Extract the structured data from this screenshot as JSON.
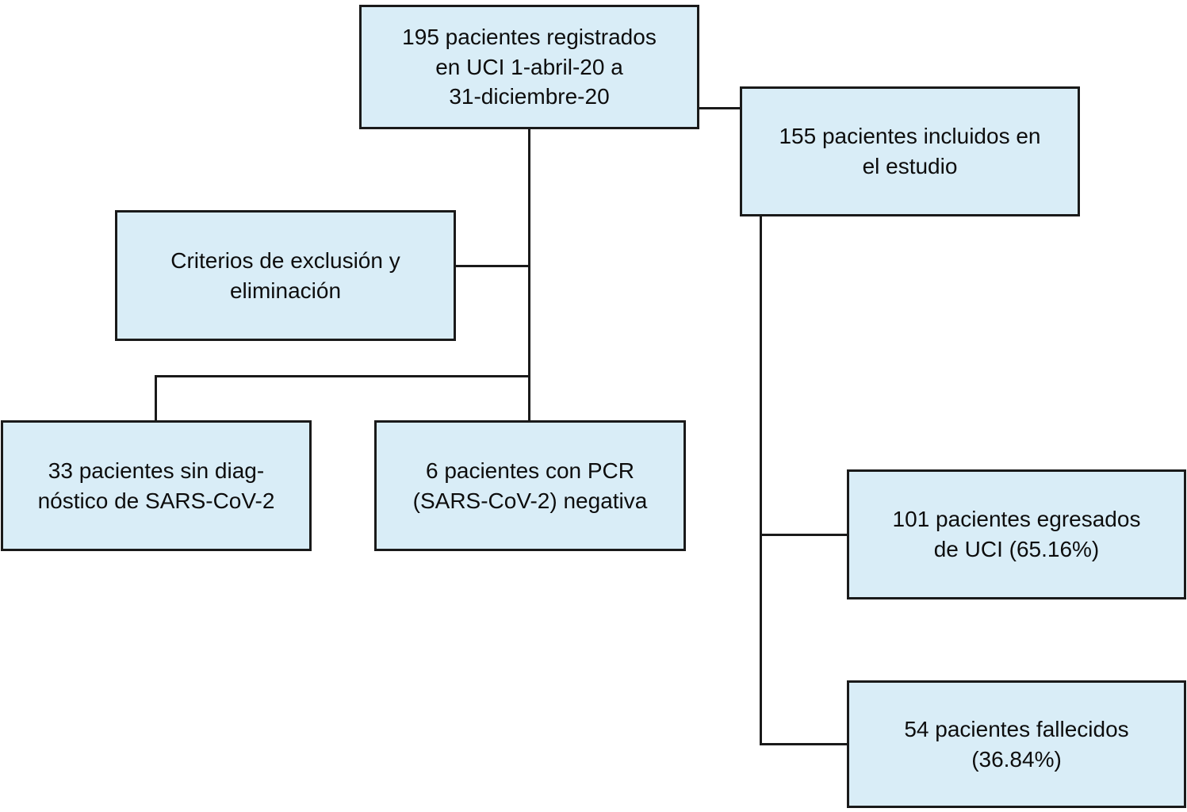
{
  "diagram": {
    "type": "flowchart",
    "colors": {
      "box_fill": "#d9edf7",
      "box_border": "#1a1a1a",
      "connector": "#1a1a1a",
      "text": "#0d0d0d",
      "background": "#ffffff"
    },
    "boxes": {
      "registered": {
        "lines": [
          "195 pacientes registrados",
          "en UCI 1-abril-20 a",
          "31-diciembre-20"
        ]
      },
      "included": {
        "lines": [
          "155 pacientes incluidos en",
          "el estudio"
        ]
      },
      "exclusion": {
        "lines": [
          "Criterios de exclusión y",
          "eliminación"
        ]
      },
      "no_diagnosis": {
        "lines": [
          "33 pacientes sin diag-",
          "nóstico de SARS-CoV-2"
        ]
      },
      "pcr_negative": {
        "lines": [
          "6 pacientes con PCR",
          "(SARS-CoV-2) negativa"
        ]
      },
      "discharged": {
        "lines": [
          "101 pacientes egresados",
          "de UCI (65.16%)"
        ]
      },
      "deceased": {
        "lines": [
          "54 pacientes fallecidos",
          "(36.84%)"
        ]
      }
    }
  }
}
